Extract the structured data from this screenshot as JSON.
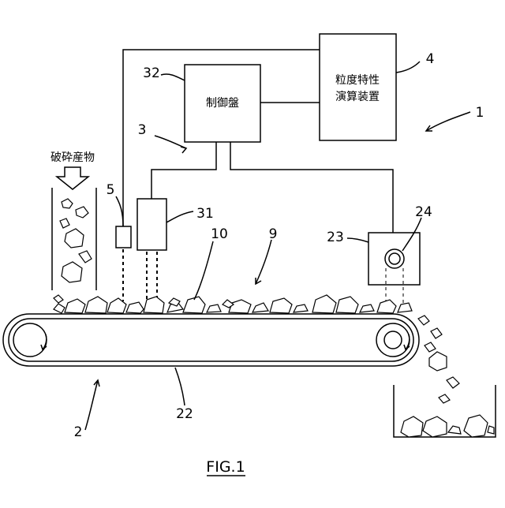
{
  "refs": {
    "r1": "1",
    "r2": "2",
    "r3": "3",
    "r4": "4",
    "r5": "5",
    "r9": "9",
    "r10": "10",
    "r22": "22",
    "r23": "23",
    "r24": "24",
    "r31": "31",
    "r32": "32"
  },
  "labels": {
    "control_panel": "制御盤",
    "calc_line1": "粒度特性",
    "calc_line2": "演算装置",
    "input": "破砕産物"
  },
  "caption": "FIG.1"
}
